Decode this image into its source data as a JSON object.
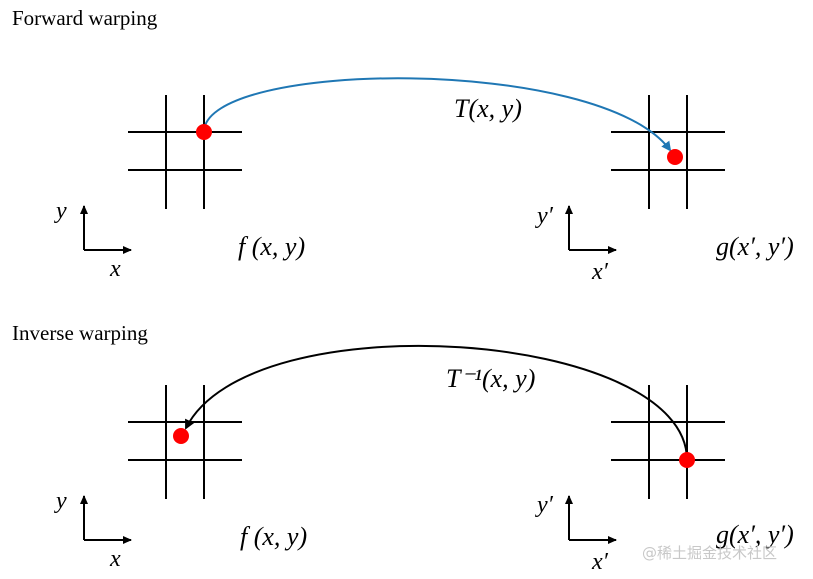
{
  "forward": {
    "title": "Forward warping",
    "transform_label": "T(x, y)",
    "source_label": "f (x, y)",
    "target_label": "g(x′, y′)",
    "source_axis": {
      "x": "x",
      "y": "y"
    },
    "target_axis": {
      "x": "x′",
      "y": "y′"
    },
    "arrow_color": "#1f77b4"
  },
  "inverse": {
    "title": "Inverse warping",
    "transform_label": "T⁻¹(x, y)",
    "source_label": "f (x, y)",
    "target_label": "g(x′, y′)",
    "source_axis": {
      "x": "x",
      "y": "y"
    },
    "target_axis": {
      "x": "x′",
      "y": "y′"
    },
    "arrow_color": "#000000"
  },
  "point_color": "#ff0000",
  "watermark": "@稀土掘金技术社区"
}
